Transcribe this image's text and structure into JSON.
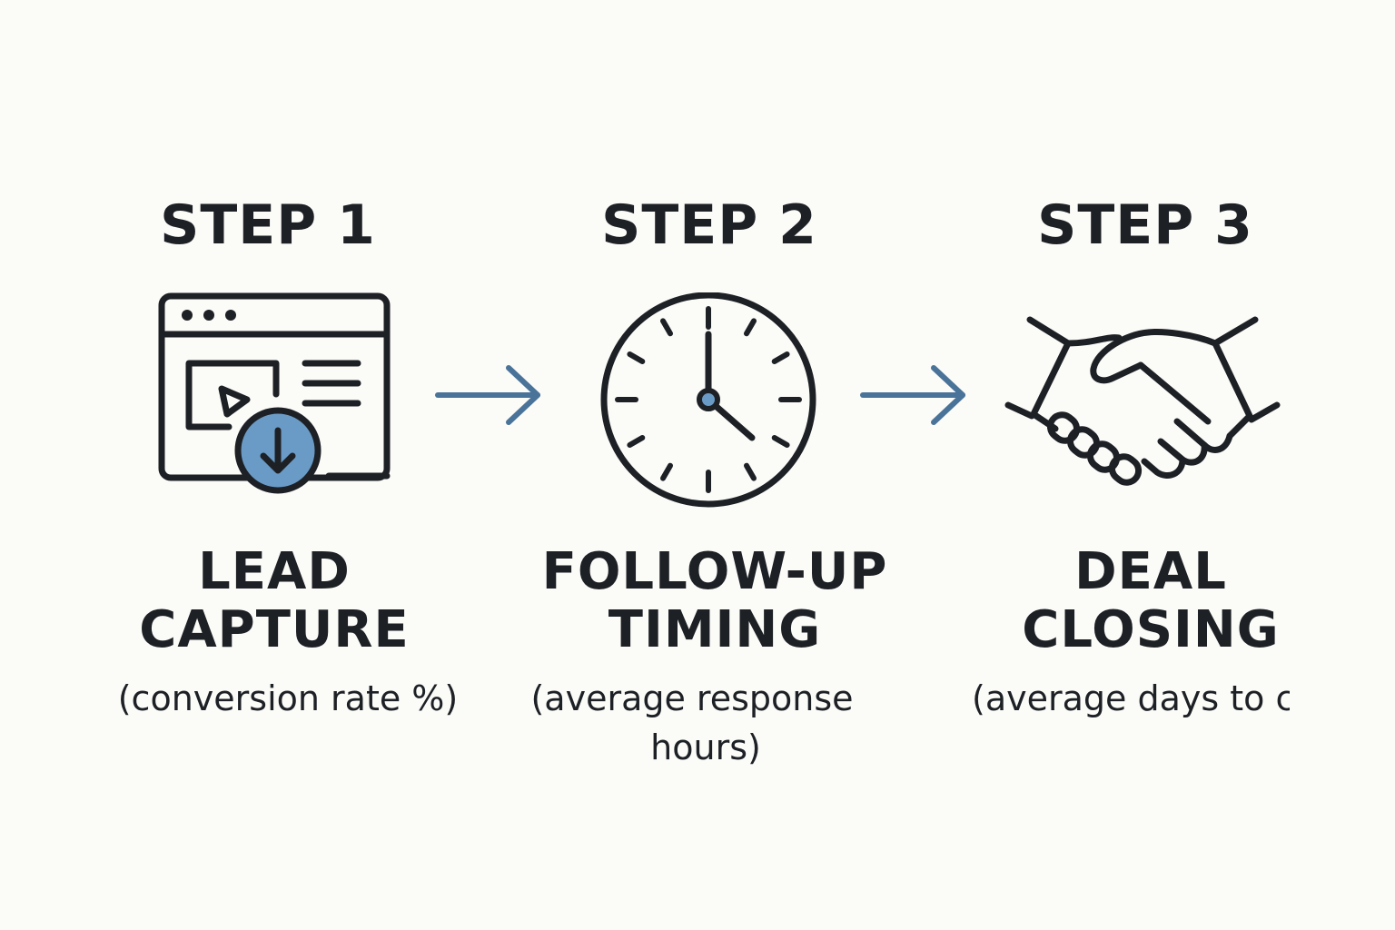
{
  "steps": [
    {
      "step_label": "STEP 1",
      "title_lines": [
        "LEAD",
        "CAPTURE"
      ],
      "subtitle": "(conversion rate %)",
      "icon": "browser-download-icon"
    },
    {
      "step_label": "STEP 2",
      "title_lines": [
        "FOLLOW-UP",
        "TIMING"
      ],
      "subtitle_lines": [
        "(average response",
        "hours)"
      ],
      "icon": "clock-icon"
    },
    {
      "step_label": "STEP 3",
      "title_lines": [
        "DEAL",
        "CLOSING"
      ],
      "subtitle": "(average days to cl",
      "icon": "handshake-icon"
    }
  ],
  "connectors": [
    "arrow-right-icon",
    "arrow-right-icon"
  ],
  "colors": {
    "ink": "#1d2125",
    "accent": "#6a9bc6",
    "arrow": "#4a7399",
    "background": "#fbfbf8"
  }
}
